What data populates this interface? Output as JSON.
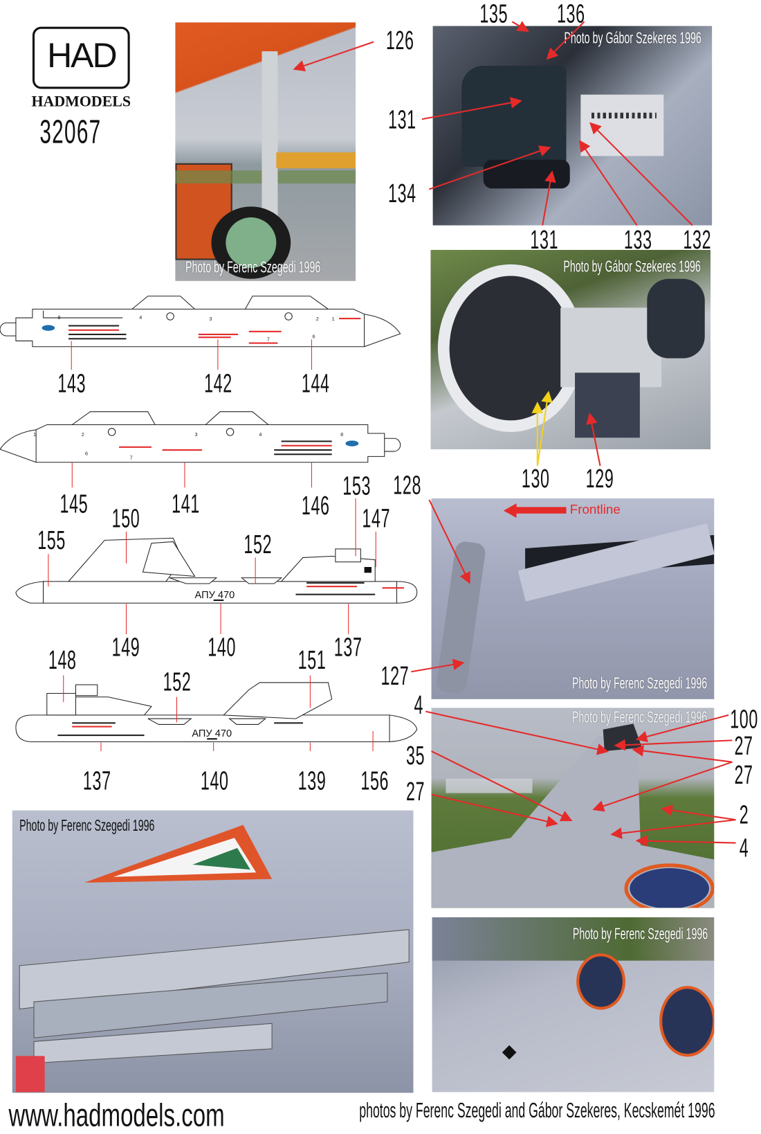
{
  "brand": {
    "logo": "HAD",
    "name": "HADMODELS",
    "sheet_number": "32067"
  },
  "photos": {
    "nose_gear": {
      "caption": "Photo by Ferenc Szegedi 1996"
    },
    "cockpit_equipment": {
      "caption": "Photo by Gábor Szekeres 1996"
    },
    "cockpit": {
      "caption": "Photo by Gábor Szekeres 1996"
    },
    "main_gear": {
      "caption": "Photo by Ferenc Szegedi 1996",
      "annotation": "Frontline"
    },
    "tail": {
      "caption": "Photo by Ferenc Szegedi 1996"
    },
    "pylon_underside": {
      "caption": "Photo by Ferenc Szegedi 1996"
    },
    "exhaust": {
      "caption": "Photo by Ferenc Szegedi 1996"
    }
  },
  "callouts": {
    "nose_gear": [
      "126"
    ],
    "cockpit_equipment": [
      "135",
      "136",
      "131",
      "134",
      "131",
      "133",
      "132"
    ],
    "cockpit": [
      "130",
      "129"
    ],
    "pylon_1": [
      "143",
      "142",
      "144"
    ],
    "pylon_2": [
      "145",
      "141",
      "146"
    ],
    "pylon_3": [
      "155",
      "150",
      "152",
      "153",
      "147",
      "149",
      "140",
      "137"
    ],
    "pylon_4": [
      "148",
      "152",
      "151",
      "137",
      "140",
      "139",
      "156"
    ],
    "main_gear": [
      "128",
      "127"
    ],
    "tail": [
      "4",
      "35",
      "27",
      "100",
      "27",
      "27",
      "2",
      "4"
    ]
  },
  "pylon_drawings": {
    "station_numbers_1": [
      "8",
      "4",
      "3",
      "2",
      "1",
      "7",
      "6"
    ],
    "station_numbers_2": [
      "1",
      "2",
      "3",
      "4",
      "8",
      "6",
      "7"
    ],
    "designation": "АПУ 470"
  },
  "colors": {
    "arrow_red": "#e52a2a",
    "arrow_yellow": "#f2d21a",
    "ink": "#111111"
  },
  "footer": {
    "website": "www.hadmodels.com",
    "credits": "photos by Ferenc Szegedi and Gábor Szekeres, Kecskemét 1996"
  }
}
